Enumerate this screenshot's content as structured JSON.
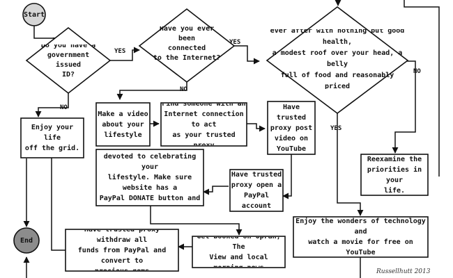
{
  "colors": {
    "ink": "#111111",
    "start_fill": "#d6d6d6",
    "end_fill": "#8c8c8c",
    "background": "#ffffff"
  },
  "nodes": {
    "start": "Start",
    "end": "End",
    "q_government_id": "Do you have a\ngovernment issued\nID?",
    "q_internet": "Have you ever been\nconnected\nto the Internet?",
    "q_live_happily": "Can you live happily\never after with nothing but good health,\na modest roof over your head, a belly\nfull of food and reasonably priced\nbroadband?",
    "enjoy_off_grid": "Enjoy your life\noff the grid.",
    "make_video": "Make a video\nabout your\nlifestyle",
    "find_proxy": "Find someone with an\nInternet connection to act\nas your trusted proxy",
    "proxy_post_video": "Have trusted\nproxy post\nvideo on\nYouTube",
    "proxy_start_website": "Have trusted proxy start a website\ndevoted to celebrating your\nlifestyle. Make sure website has a\nPayPal DONATE button and link\nto video",
    "proxy_open_paypal": "Have trusted\nproxy open a\nPayPal account",
    "reexamine": "Reexamine the\npriorities in your\nlife.",
    "enjoy_technology": "Enjoy the wonders of technology and\nwatch a movie for free on YouTube",
    "get_booked_oprah": "Get booked on Oprah, The\nView and local morning news",
    "proxy_withdraw": "Have trusted proxy withdraw all\nfunds from PayPal and convert to\nprecious gems"
  },
  "edge_labels": {
    "id_no": "NO",
    "id_yes": "YES",
    "internet_yes": "YES",
    "internet_no": "NO",
    "happy_no": "NO",
    "happy_yes": "YES"
  },
  "signature": "Russellhutt 2013"
}
